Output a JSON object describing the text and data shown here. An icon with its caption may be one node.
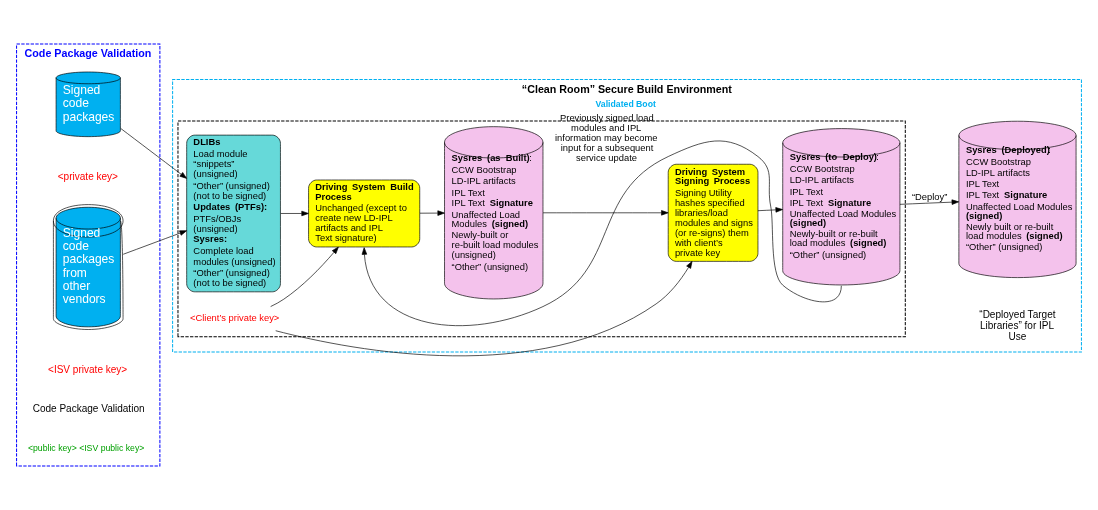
{
  "diagram": {
    "nodes": [
      {
        "text": [
          "Code Package Validation"
        ]
      },
      {
        "text": [
          "“Clean Room” Secure Build Environment",
          "Validated Boot"
        ]
      },
      {
        "text": [],
        "shape": "box",
        "in": 1
      },
      {
        "text": [
          "Signed code packages"
        ],
        "in": 0,
        "beside": [
          "<private key>"
        ]
      },
      {
        "text": [
          "Signed code packages from other vendors"
        ],
        "in": 0,
        "beside": [
          "<ISV private key>"
        ]
      },
      {
        "text": [
          "**DLIBs**",
          "Load module “snippets” (unsigned)",
          "“Other” (unsigned) (not to be signed)",
          "**Updates (PTFs):**",
          "PTFs/OBJs (unsigned)",
          "**Sysres:**",
          "Complete load modules (unsigned)",
          "“Other” (unsigned) (not to be signed)"
        ],
        "in": 2
      },
      {
        "text": [
          "Driving System Build Process",
          "Unchanged (except to create new LD-IPL artifacts and IPL Text signature)"
        ],
        "in": 2
      },
      {
        "text": [
          "**Sysres (as Built)**:",
          "CCW Bootstrap",
          "LD-IPL artifacts",
          "IPL Text",
          "IPL Text **Signature**",
          "Unaffected Load Modules **(signed)**",
          "Newly-built or re-built load modules (unsigned)",
          "“Other” (unsigned)"
        ],
        "in": 2
      },
      {
        "text": [
          "Driving System Signing Process",
          "Signing Utility hashes specified libraries/load modules and signs (or re-signs) them with client’s private key"
        ],
        "in": 2
      },
      {
        "text": [
          "**Sysres (to Deploy)**:",
          "CCW Bootstrap",
          "LD-IPL artifacts",
          "IPL Text",
          "IPL Text **Signature**",
          "Unaffected Load Modules **(signed)**",
          "Newly-built or re-built load modules **(signed)**",
          "“Other” (unsigned)"
        ],
        "in": 2
      },
      {
        "text": [
          "**Sysres (Deployed)**:",
          "CCW Bootstrap",
          "LD-IPL artifacts",
          "IPL Text",
          "IPL Text **Signature**",
          "Unaffected Load Modules **(signed)**",
          "Newly built or re-built load modules **(signed)**",
          "“Other” (unsigned)"
        ],
        "in": 1,
        "beside": [
          "“Deployed Target Libraries” for IPL Use"
        ]
      },
      {
        "text": [
          "<Client’s private key>"
        ],
        "in": 2
      }
    ],
    "edges": [
      {
        "from": 3,
        "to": 5,
        "arrow": "to"
      },
      {
        "from": 4,
        "to": 5,
        "arrow": "to"
      },
      {
        "from": 5,
        "to": 6,
        "arrow": "to"
      },
      {
        "from": 6,
        "to": 7,
        "arrow": "to"
      },
      {
        "from": 7,
        "to": 8,
        "arrow": "to"
      },
      {
        "from": 8,
        "to": 9,
        "arrow": "to"
      },
      {
        "from": 9,
        "to": 6,
        "arrow": "to",
        "label": "Previously signed load modules and IPL information may become input for a subsequent service update"
      },
      {
        "from": 9,
        "to": 10,
        "arrow": "to",
        "label": "“Deploy”"
      },
      {
        "from": 11,
        "to": 8,
        "arrow": "to"
      },
      {
        "from": 11,
        "to": 6,
        "arrow": "to"
      }
    ],
    "labels": [
      "Code Package Validation",
      "<public key> <ISV public key>"
    ]
  }
}
